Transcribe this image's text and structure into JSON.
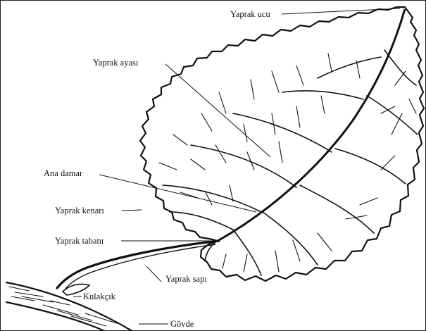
{
  "labels": {
    "apex": "Yaprak ucu",
    "blade": "Yaprak ayası",
    "midrib": "Ana damar",
    "margin": "Yaprak kenarı",
    "base": "Yaprak tabanı",
    "petiole": "Yaprak sapı",
    "stipule": "Kulakçık",
    "stem": "Gövde"
  },
  "colors": {
    "ink": "#111111",
    "paper": "#ffffff"
  }
}
